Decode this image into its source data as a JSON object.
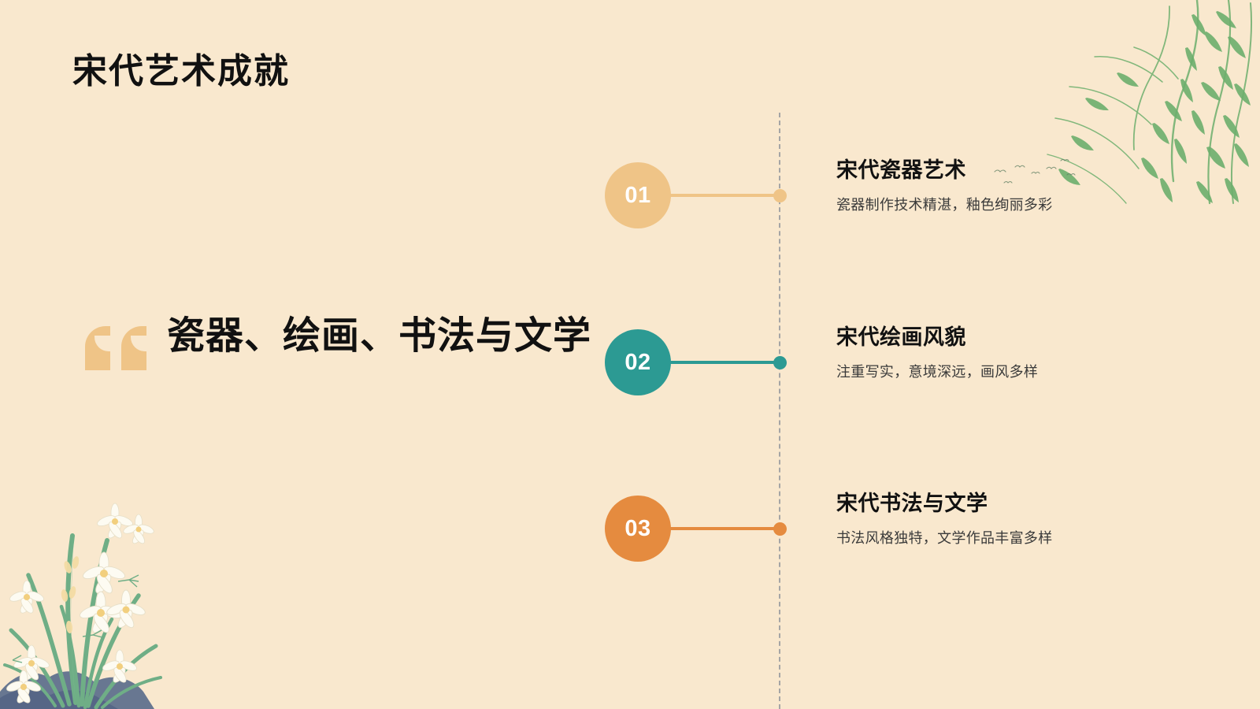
{
  "slide": {
    "background_color": "#f9e8ce",
    "title": "宋代艺术成就",
    "quote": {
      "text": "瓷器、绘画、书法与文学",
      "mark_color": "#efc487"
    },
    "axis": {
      "style": "dashed",
      "color": "#a5a5a5"
    },
    "timeline": [
      {
        "number": "01",
        "heading": "宋代瓷器艺术",
        "description": "瓷器制作技术精湛，釉色绚丽多彩",
        "color": "#efc487",
        "number_color": "#ffffff"
      },
      {
        "number": "02",
        "heading": "宋代绘画风貌",
        "description": "注重写实，意境深远，画风多样",
        "color": "#2c9a93",
        "number_color": "#ffffff"
      },
      {
        "number": "03",
        "heading": "宋代书法与文学",
        "description": "书法风格独特，文学作品丰富多样",
        "color": "#e58b3f",
        "number_color": "#ffffff"
      }
    ],
    "decorations": {
      "willow": "willow-branches-illustration",
      "birds": "flying-birds-illustration",
      "flowers": "narcissus-flowers-rock-illustration",
      "willow_color": "#6daf6d",
      "flower_leaf_color": "#6fae86",
      "rock_color": "#5b6c8c"
    }
  }
}
